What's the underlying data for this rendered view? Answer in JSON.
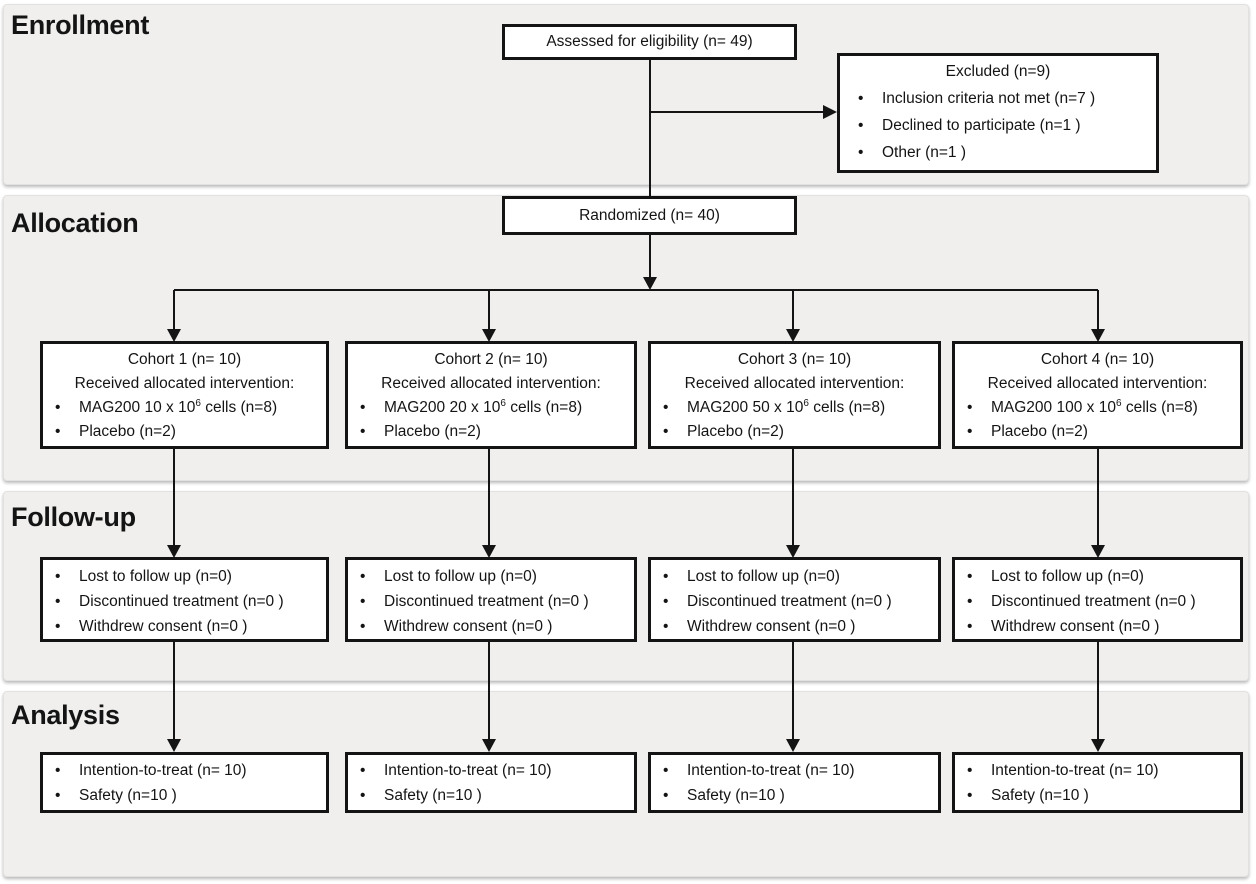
{
  "sections": {
    "enrollment": "Enrollment",
    "allocation": "Allocation",
    "followup": "Follow-up",
    "analysis": "Analysis"
  },
  "assessed": {
    "text": "Assessed for eligibility (n= 49)"
  },
  "excluded": {
    "title": "Excluded (n=9)",
    "items": [
      "Inclusion criteria not met (n=7 )",
      "Declined to participate (n=1 )",
      "Other (n=1 )"
    ]
  },
  "randomized": {
    "text": "Randomized (n= 40)"
  },
  "cohorts": [
    {
      "title": "Cohort 1 (n= 10)",
      "subtitle": "Received allocated intervention:",
      "dose_prefix": "MAG200 10 x 10",
      "dose_exp": "6",
      "dose_suffix": " cells (n=8)",
      "placebo": "Placebo (n=2)"
    },
    {
      "title": "Cohort 2 (n= 10)",
      "subtitle": "Received allocated intervention:",
      "dose_prefix": "MAG200 20 x 10",
      "dose_exp": "6",
      "dose_suffix": " cells (n=8)",
      "placebo": "Placebo (n=2)"
    },
    {
      "title": "Cohort 3 (n= 10)",
      "subtitle": "Received allocated intervention:",
      "dose_prefix": "MAG200 50 x 10",
      "dose_exp": "6",
      "dose_suffix": " cells (n=8)",
      "placebo": "Placebo (n=2)"
    },
    {
      "title": "Cohort 4 (n= 10)",
      "subtitle": "Received allocated intervention:",
      "dose_prefix": "MAG200 100 x 10",
      "dose_exp": "6",
      "dose_suffix": " cells (n=8)",
      "placebo": "Placebo (n=2)"
    }
  ],
  "followup_box": {
    "items": [
      "Lost to follow up (n=0)",
      "Discontinued treatment (n=0 )",
      "Withdrew consent (n=0 )"
    ]
  },
  "analysis_box": {
    "items": [
      "Intention-to-treat (n= 10)",
      "Safety (n=10 )"
    ]
  },
  "bullet_char": "•",
  "colors": {
    "band_bg": "#f0efee",
    "box_border": "#141414",
    "line": "#141414"
  }
}
